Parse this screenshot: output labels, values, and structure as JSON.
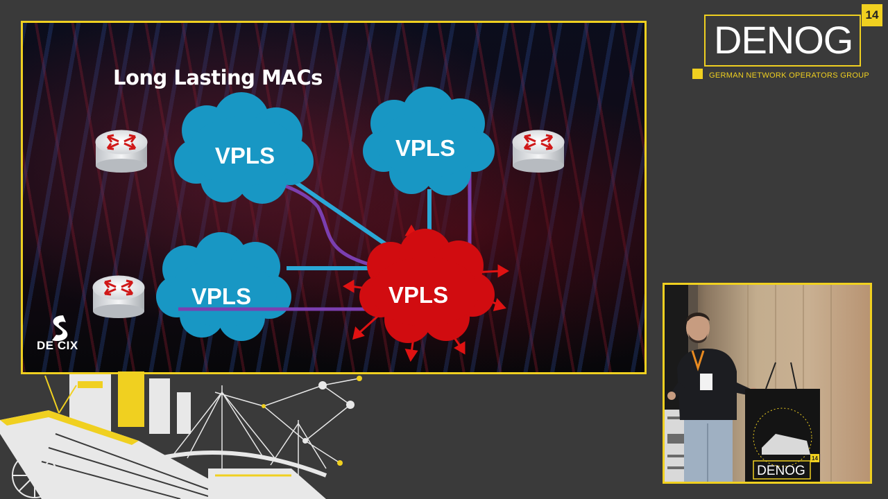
{
  "slide": {
    "title": "Long Lasting MACs",
    "clouds": [
      {
        "label": "VPLS",
        "color": "#1897c4"
      },
      {
        "label": "VPLS",
        "color": "#1897c4"
      },
      {
        "label": "VPLS",
        "color": "#1897c4"
      },
      {
        "label": "VPLS",
        "color": "#d10c10"
      }
    ],
    "logo_text": "DE CIX",
    "link_colors": {
      "blue": "#2aa8d6",
      "purple": "#7b3fb0",
      "arrow": "#e01212"
    }
  },
  "branding": {
    "wordmark": "DENOG",
    "edition": "14",
    "tagline": "GERMAN NETWORK OPERATORS GROUP",
    "accent": "#f0d020"
  },
  "speaker_video": {
    "podium_wordmark": "DENOG",
    "podium_edition": "14"
  }
}
